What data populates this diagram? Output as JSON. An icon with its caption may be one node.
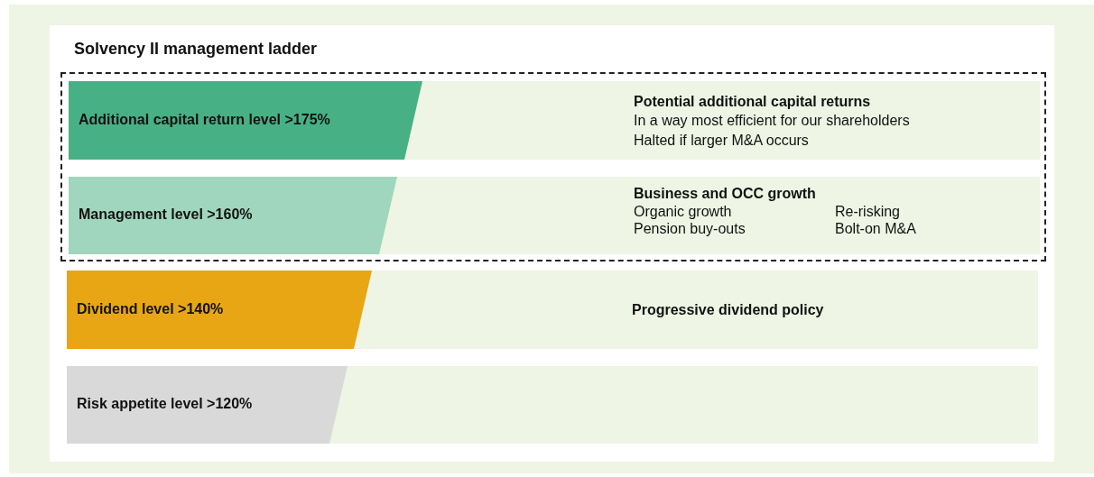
{
  "diagram": {
    "title": "Solvency II management ladder",
    "nodes": [
      {
        "text": [],
        "shape": "box"
      },
      {
        "text": [
          "Potential additional capital returns",
          "In a way most efficient for our shareholders",
          "Halted if larger M&A occurs"
        ],
        "in": 0
      },
      {
        "text": [
          "Additional capital return level >175%"
        ],
        "in": 1
      },
      {
        "text": [
          "Business and OCC growth",
          "Organic growth",
          "Re-risking",
          "Pension buy-outs",
          "Bolt-on M&A"
        ],
        "in": 0
      },
      {
        "text": [
          "Management level >160%"
        ],
        "in": 3
      },
      {
        "text": [
          "Progressive dividend policy"
        ]
      },
      {
        "text": [
          "Dividend level >140%"
        ],
        "in": 5
      },
      {
        "text": [],
        "shape": "bar"
      },
      {
        "text": [
          "Risk appetite level >120%"
        ],
        "in": 7
      }
    ],
    "edges": []
  }
}
